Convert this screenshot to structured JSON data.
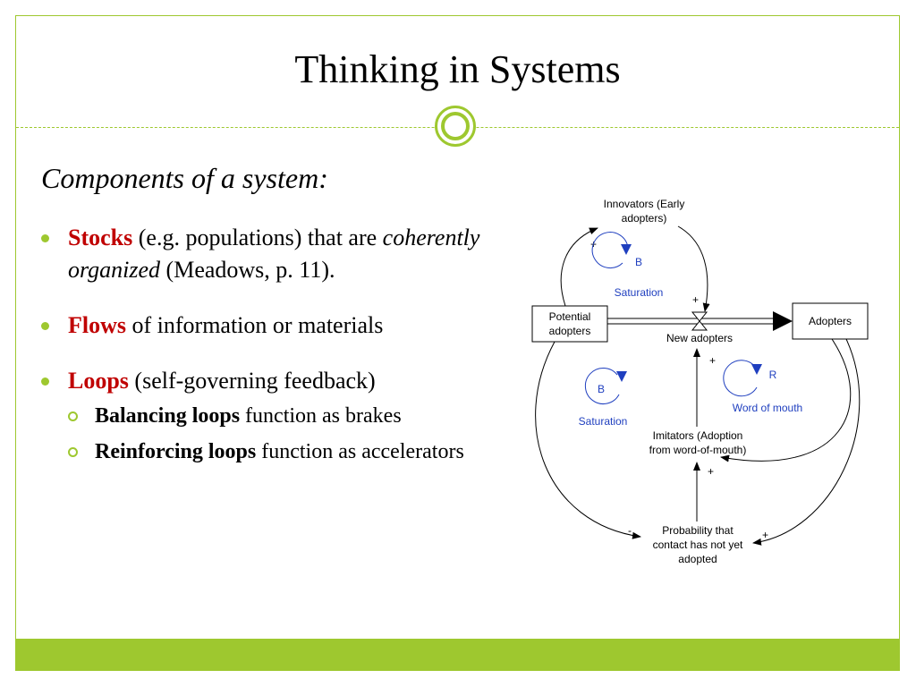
{
  "slide": {
    "title": "Thinking in Systems",
    "accent_color": "#9ec82f"
  },
  "content": {
    "heading": "Components of a system:",
    "bullets": [
      {
        "keyword": "Stocks",
        "text_1": " (e.g. populations) that are ",
        "italic": "coherently organized",
        "text_2": " (Meadows, p. 11)."
      },
      {
        "keyword": "Flows",
        "text": " of information or materials"
      },
      {
        "keyword": "Loops",
        "text": " (self-governing feedback)"
      }
    ],
    "sub_bullets": [
      {
        "bold": "Balancing loops",
        "text": " function as brakes"
      },
      {
        "bold": "Reinforcing loops",
        "text": " function as accelerators"
      }
    ]
  },
  "diagram": {
    "innovators": [
      "Innovators (Early",
      "adopters)"
    ],
    "potential": [
      "Potential",
      "adopters"
    ],
    "adopters": "Adopters",
    "new_adopters": "New adopters",
    "imitators": [
      "Imitators (Adoption",
      "from word-of-mouth)"
    ],
    "probability": [
      "Probability that",
      "contact has not yet",
      "adopted"
    ],
    "saturation_top": "Saturation",
    "saturation_left": "Saturation",
    "word_of_mouth": "Word of mouth",
    "loop_b": "B",
    "loop_r": "R",
    "plus": "+",
    "minus": "-"
  }
}
